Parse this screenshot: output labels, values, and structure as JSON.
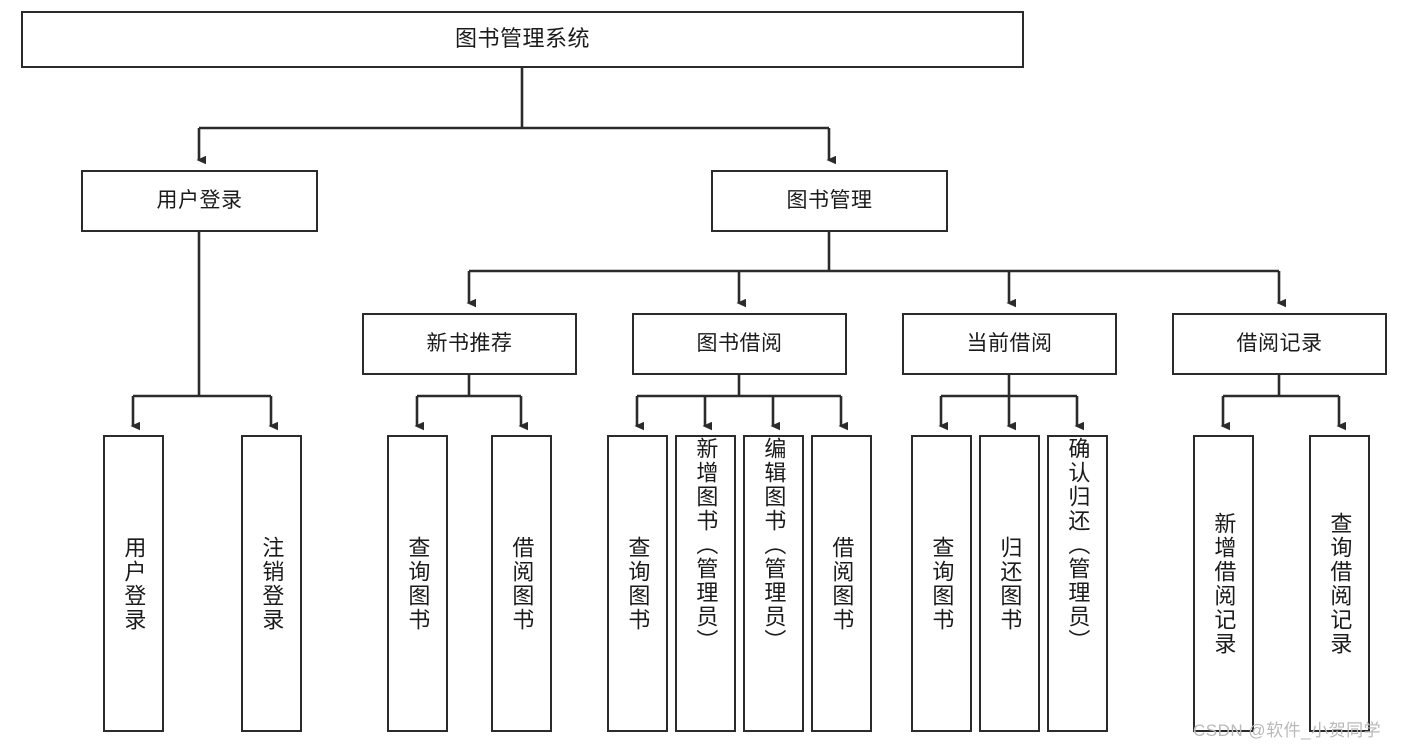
{
  "diagram": {
    "type": "tree-hierarchy-chart",
    "title": "图书管理系统",
    "colors": {
      "box_border": "#2b2b2b",
      "box_fill": "#ffffff",
      "connector": "#2b2b2b",
      "text": "#1b1b1b",
      "watermark": "#b9b9b9"
    },
    "nodes": {
      "root": {
        "label": "图书管理系统"
      },
      "level2": [
        {
          "id": "user-login",
          "label": "用户登录"
        },
        {
          "id": "book-management",
          "label": "图书管理"
        }
      ],
      "level3": [
        {
          "id": "new-book-recommend",
          "label": "新书推荐"
        },
        {
          "id": "book-borrow",
          "label": "图书借阅"
        },
        {
          "id": "current-borrow",
          "label": "当前借阅"
        },
        {
          "id": "borrow-record",
          "label": "借阅记录"
        }
      ],
      "leaves": {
        "user-login": [
          {
            "id": "leaf-user-login",
            "label": "用户登录"
          },
          {
            "id": "leaf-logout-login",
            "label": "注销登录"
          }
        ],
        "new-book-recommend": [
          {
            "id": "leaf-query-book-1",
            "label": "查询图书"
          },
          {
            "id": "leaf-borrow-book-1",
            "label": "借阅图书"
          }
        ],
        "book-borrow": [
          {
            "id": "leaf-query-book-2",
            "label": "查询图书"
          },
          {
            "id": "leaf-add-book-admin",
            "label": "新增图书（管理员）"
          },
          {
            "id": "leaf-edit-book-admin",
            "label": "编辑图书（管理员）"
          },
          {
            "id": "leaf-borrow-book-2",
            "label": "借阅图书"
          }
        ],
        "current-borrow": [
          {
            "id": "leaf-query-book-3",
            "label": "查询图书"
          },
          {
            "id": "leaf-return-book",
            "label": "归还图书"
          },
          {
            "id": "leaf-confirm-return-admin",
            "label": "确认归还（管理员）"
          }
        ],
        "borrow-record": [
          {
            "id": "leaf-add-borrow-record",
            "label": "新增借阅记录"
          },
          {
            "id": "leaf-query-borrow-record",
            "label": "查询借阅记录"
          }
        ]
      }
    },
    "watermark": "CSDN @软件_小贺同学"
  }
}
